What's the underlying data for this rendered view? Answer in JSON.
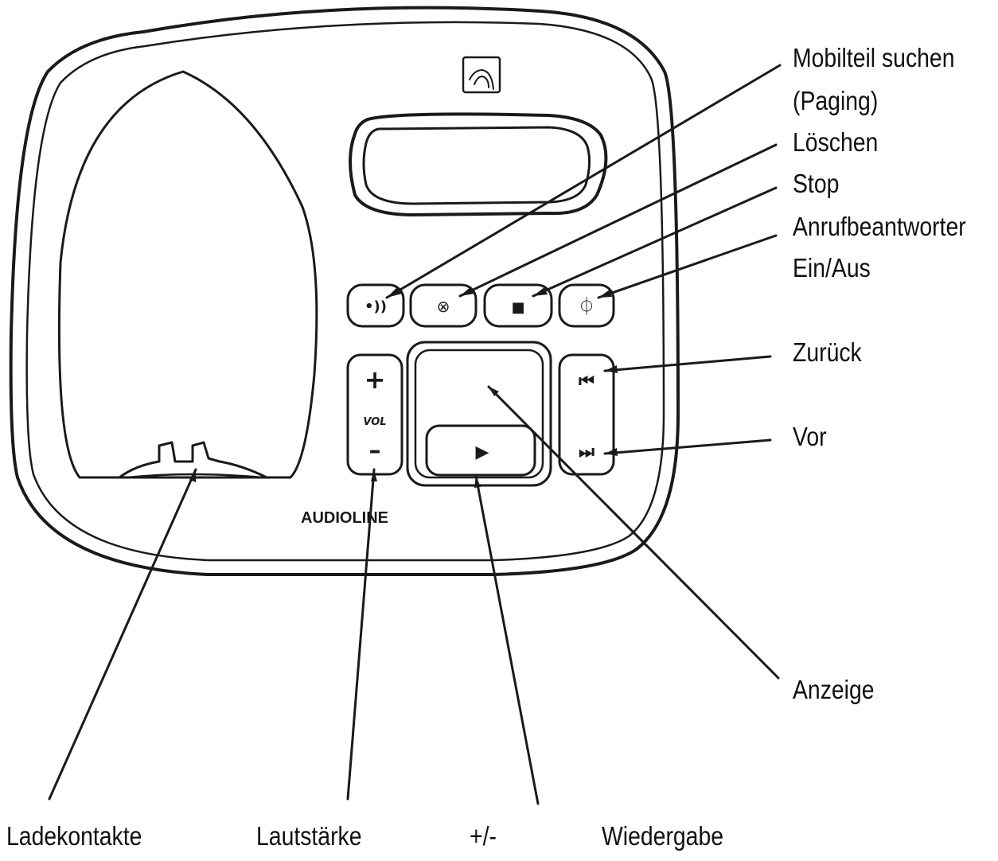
{
  "labels": {
    "paging_line1": "Mobilteil suchen",
    "paging_line2": "(Paging)",
    "delete": "Löschen",
    "stop": "Stop",
    "answering_line1": "Anrufbeantworter",
    "answering_line2": "Ein/Aus",
    "back": "Zurück",
    "forward": "Vor",
    "display": "Anzeige",
    "charging": "Ladekontakte",
    "volume": "Lautstärke",
    "plus_minus": "+/-",
    "playback": "Wiedergabe"
  },
  "device": {
    "brand": "AUDIOLINE",
    "vol_label": "VOL",
    "plus_glyph": "+",
    "minus_glyph": "–",
    "paging_glyph": "•))",
    "delete_glyph": "⊗",
    "stop_glyph": "■",
    "power_glyph": "⏀",
    "back_glyph": "⏮",
    "forward_glyph": "⏭",
    "play_glyph": "▶"
  },
  "colors": {
    "line": "#1a1a1a",
    "background": "#ffffff"
  }
}
